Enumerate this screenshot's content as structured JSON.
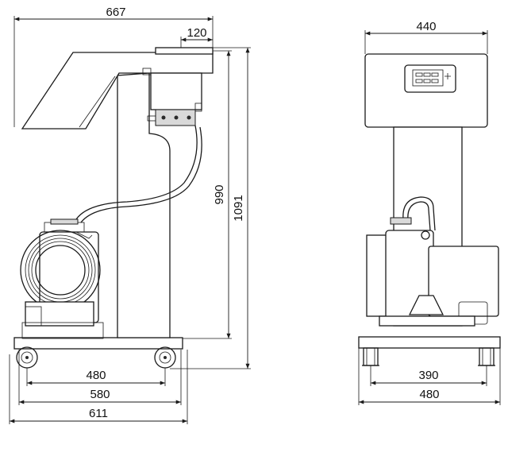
{
  "side_view": {
    "width_overall": "667",
    "head_offset": "120",
    "height_column": "990",
    "height_overall": "1091",
    "base_wheelbase": "480",
    "base_length": "580",
    "base_overall": "611"
  },
  "front_view": {
    "head_width": "440",
    "base_inner": "390",
    "base_outer": "480"
  }
}
